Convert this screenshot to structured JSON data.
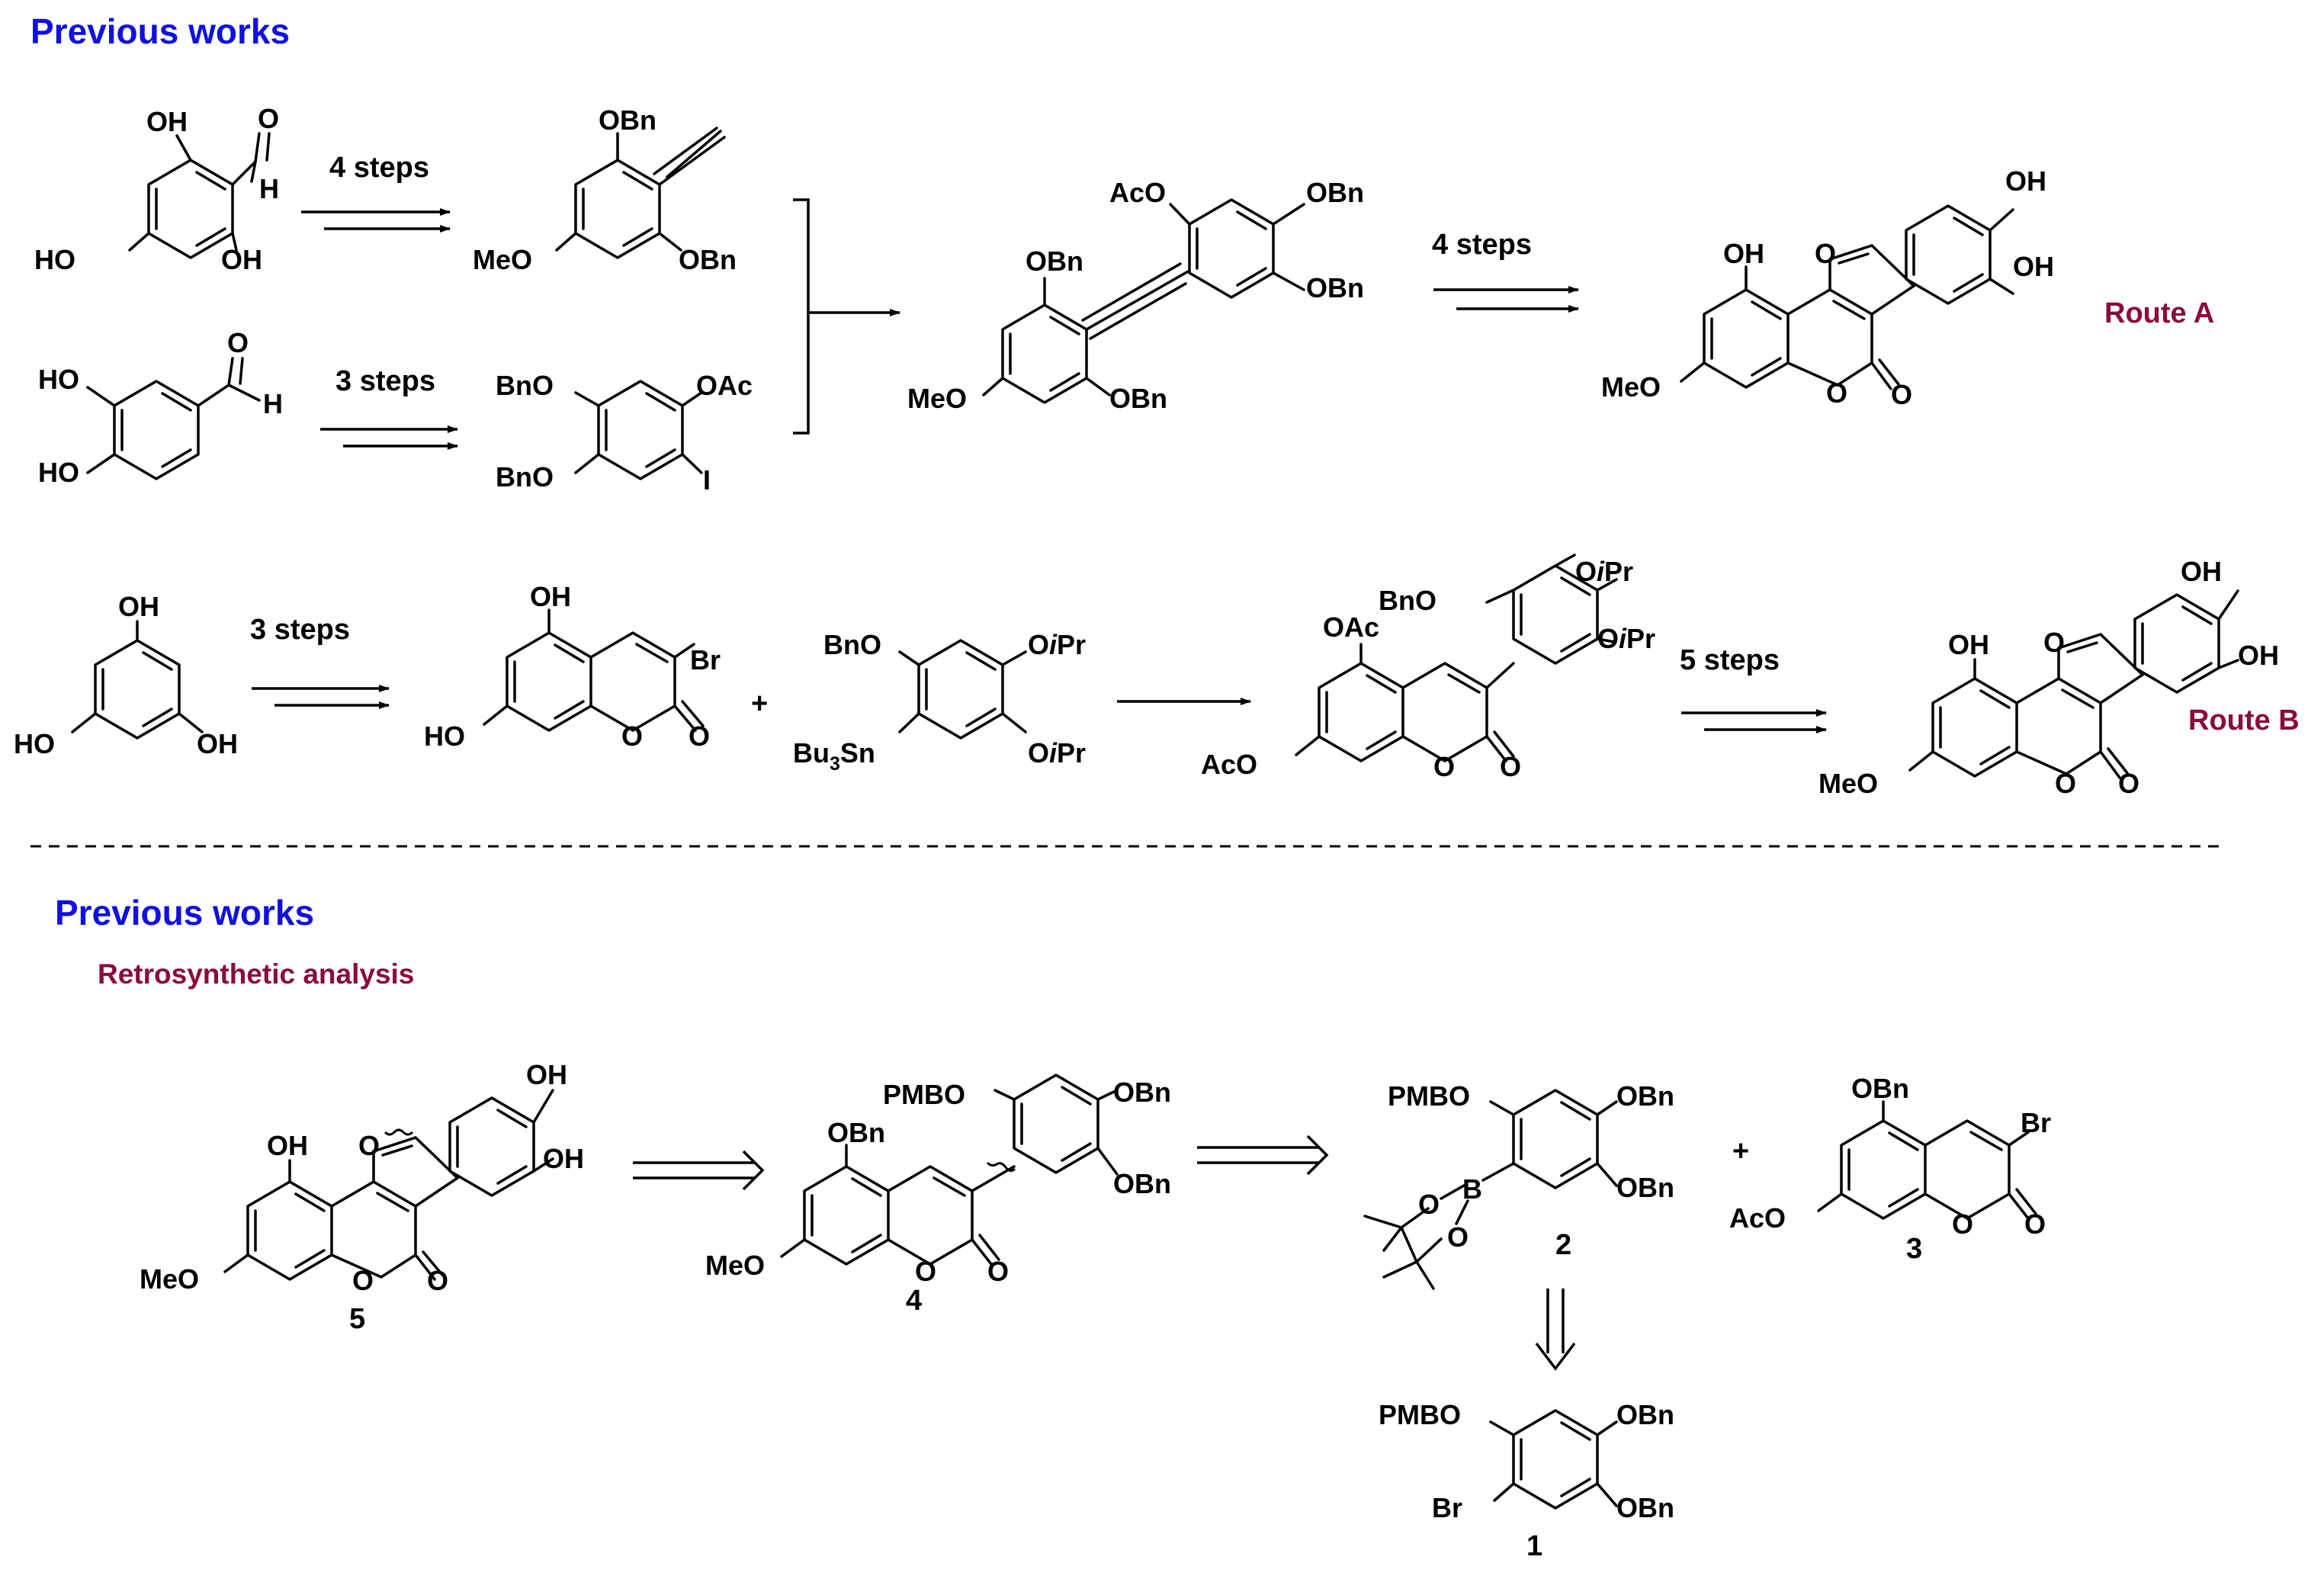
{
  "colors": {
    "heading": "#1010e0",
    "accent": "#8b0a3c",
    "ink": "#000000"
  },
  "headings": {
    "top": "Previous works",
    "bottom": "Previous works",
    "retro": "Retrosynthetic analysis",
    "route_a": "Route A",
    "route_b": "Route B"
  },
  "steps": {
    "a1": "4 steps",
    "a2": "3 steps",
    "a3": "4 steps",
    "b1": "3 steps",
    "b2": "5 steps"
  },
  "plus": "+",
  "compound_numbers": {
    "c5": "5",
    "c4": "4",
    "c2": "2",
    "c3": "3",
    "c1": "1"
  },
  "labels": {
    "OH": "OH",
    "HO": "HO",
    "H": "H",
    "O": "O",
    "I": "I",
    "Br": "Br",
    "B": "B",
    "OBn": "OBn",
    "BnO": "BnO",
    "MeO": "MeO",
    "AcO": "AcO",
    "OAc": "OAc",
    "PMBO": "PMBO",
    "Bu": "Bu",
    "Sn": "Sn",
    "sub3": "3",
    "OiPr_O": "O",
    "OiPr_i": "i",
    "OiPr_Pr": "Pr"
  }
}
